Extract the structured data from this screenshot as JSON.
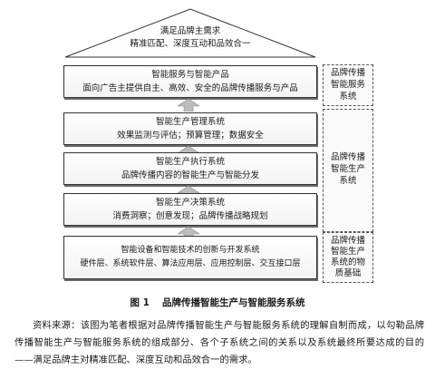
{
  "roof": {
    "line1": "满足品牌主需求",
    "line2": "精准匹配、深度互动和品效合一"
  },
  "layers": [
    {
      "title": "智能服务与智能产品",
      "desc": "面向广告主提供自主、高效、安全的品牌传播服务与产品"
    },
    {
      "title": "智能生产管理系统",
      "desc": "效果监测与评估；预算管理；数据安全"
    },
    {
      "title": "智能生产执行系统",
      "desc": "品牌传播内容的智能生产与智能分发"
    },
    {
      "title": "智能生产决策系统",
      "desc": "消费洞察；创意发现；品牌传播战略规划"
    },
    {
      "title": "智能设备和智能技术的创新与开发系统",
      "desc": "硬件层、系统软件层、算法应用层、应用控制层、交互接口层"
    }
  ],
  "side_labels": {
    "top": [
      "品牌传播",
      "智能服务",
      "系统"
    ],
    "middle": [
      "品牌传播",
      "智能生产",
      "系统"
    ],
    "bottom": [
      "品牌传播",
      "智能生产",
      "系统的物",
      "质基础"
    ]
  },
  "caption": {
    "number": "图 1",
    "title": "品牌传播智能生产与智能服务系统"
  },
  "source_text": "资料来源：该图为笔者根据对品牌传播智能生产与智能服务系统的理解自制而成，以勾勒品牌传播智能生产与智能服务系统的组成部分、各个子系统之间的关系以及系统最终所要达成的目的——满足品牌主对精准匹配、深度互动和品效合一的需求。"
}
